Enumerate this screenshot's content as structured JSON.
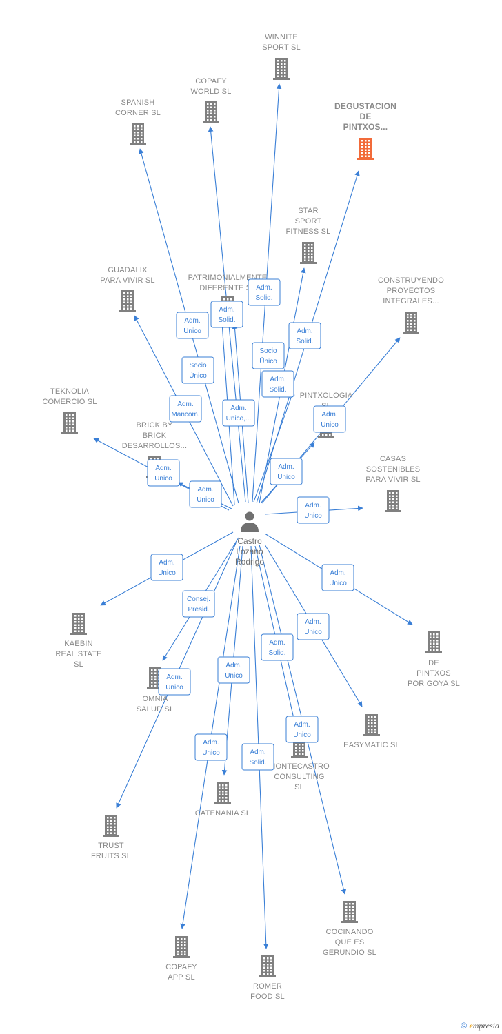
{
  "person": {
    "label_lines": [
      "Castro",
      "Lozano",
      "Rodrigo"
    ],
    "icon": "person-icon"
  },
  "colors": {
    "edge": "#3a7fd6",
    "building": "#808080",
    "building_highlight": "#f26b3a",
    "label": "#888888"
  },
  "companies": [
    {
      "id": "winnite",
      "label_lines": [
        "WINNITE",
        "SPORT  SL"
      ],
      "highlight": false
    },
    {
      "id": "copafy-world",
      "label_lines": [
        "COPAFY",
        "WORLD  SL"
      ],
      "highlight": false
    },
    {
      "id": "spanish-corner",
      "label_lines": [
        "SPANISH",
        "CORNER  SL"
      ],
      "highlight": false
    },
    {
      "id": "degustacion",
      "label_lines": [
        "DEGUSTACION",
        "DE",
        "PINTXOS..."
      ],
      "highlight": true
    },
    {
      "id": "star-sport",
      "label_lines": [
        "STAR",
        "SPORT",
        "FITNESS SL"
      ],
      "highlight": false
    },
    {
      "id": "guadalix",
      "label_lines": [
        "GUADALIX",
        "PARA VIVIR  SL"
      ],
      "highlight": false
    },
    {
      "id": "patrimonialmente",
      "label_lines": [
        "PATRIMONIALMENTE",
        "DIFERENTE  SL"
      ],
      "highlight": false
    },
    {
      "id": "construyendo",
      "label_lines": [
        "CONSTRUYENDO",
        "PROYECTOS",
        "INTEGRALES..."
      ],
      "highlight": false
    },
    {
      "id": "teknolia",
      "label_lines": [
        "TEKNOLIA",
        "COMERCIO SL"
      ],
      "highlight": false
    },
    {
      "id": "brick-by-brick",
      "label_lines": [
        "BRICK BY",
        "BRICK",
        "DESARROLLOS..."
      ],
      "highlight": false
    },
    {
      "id": "pintxologia",
      "label_lines": [
        "PINTXOLOGIA",
        "SL"
      ],
      "highlight": false
    },
    {
      "id": "casas-sostenibles",
      "label_lines": [
        "CASAS",
        "SOSTENIBLES",
        "PARA VIVIR  SL"
      ],
      "highlight": false
    },
    {
      "id": "kaebin",
      "label_lines": [
        "KAEBIN",
        "REAL STATE",
        "SL"
      ],
      "highlight": false
    },
    {
      "id": "de-pintxos",
      "label_lines": [
        "DE",
        "PINTXOS",
        "POR GOYA  SL"
      ],
      "highlight": false
    },
    {
      "id": "omnia",
      "label_lines": [
        "OMNIA",
        "SALUD SL"
      ],
      "highlight": false
    },
    {
      "id": "easymatic",
      "label_lines": [
        "EASYMATIC SL"
      ],
      "highlight": false
    },
    {
      "id": "montecastro",
      "label_lines": [
        "MONTECASTRO",
        "CONSULTING",
        "SL"
      ],
      "highlight": false
    },
    {
      "id": "catenania",
      "label_lines": [
        "CATENANIA  SL"
      ],
      "highlight": false
    },
    {
      "id": "trust-fruits",
      "label_lines": [
        "TRUST",
        "FRUITS  SL"
      ],
      "highlight": false
    },
    {
      "id": "cocinando",
      "label_lines": [
        "COCINANDO",
        "QUE ES",
        "GERUNDIO  SL"
      ],
      "highlight": false
    },
    {
      "id": "copafy-app",
      "label_lines": [
        "COPAFY",
        "APP  SL"
      ],
      "highlight": false
    },
    {
      "id": "romer-food",
      "label_lines": [
        "ROMER",
        "FOOD  SL"
      ],
      "highlight": false
    }
  ],
  "edges": [
    {
      "id": "e-winnite",
      "label_lines": [
        "Adm.",
        "Solid."
      ]
    },
    {
      "id": "e-copafy-world",
      "label_lines": [
        "Adm.",
        "Solid."
      ]
    },
    {
      "id": "e-spanish-corner",
      "label_lines": [
        "Adm.",
        "Unico"
      ]
    },
    {
      "id": "e-degustacion",
      "label_lines": [
        "Adm.",
        "Solid."
      ]
    },
    {
      "id": "e-star-sport",
      "label_lines": [
        "Adm.",
        "Solid."
      ]
    },
    {
      "id": "e-guadalix",
      "label_lines": [
        "Adm.",
        "Mancom."
      ]
    },
    {
      "id": "e-patrimonialmente-socio",
      "label_lines": [
        "Socio",
        "Único"
      ]
    },
    {
      "id": "e-patrimonialmente-adm",
      "label_lines": [
        "Adm.",
        "Unico,..."
      ]
    },
    {
      "id": "e-socio-unico-2",
      "label_lines": [
        "Socio",
        "Único"
      ]
    },
    {
      "id": "e-construyendo",
      "label_lines": [
        "Adm.",
        "Unico"
      ]
    },
    {
      "id": "e-teknolia",
      "label_lines": [
        "Adm.",
        "Unico"
      ]
    },
    {
      "id": "e-brick",
      "label_lines": [
        "Adm.",
        "Unico"
      ]
    },
    {
      "id": "e-pintxologia",
      "label_lines": [
        "Adm.",
        "Unico"
      ]
    },
    {
      "id": "e-casas",
      "label_lines": [
        "Adm.",
        "Unico"
      ]
    },
    {
      "id": "e-kaebin",
      "label_lines": [
        "Adm.",
        "Unico"
      ]
    },
    {
      "id": "e-de-pintxos",
      "label_lines": [
        "Adm.",
        "Unico"
      ]
    },
    {
      "id": "e-omnia",
      "label_lines": [
        "Consej.",
        "Presid."
      ]
    },
    {
      "id": "e-easymatic",
      "label_lines": [
        "Adm.",
        "Unico"
      ]
    },
    {
      "id": "e-montecastro-solid",
      "label_lines": [
        "Adm.",
        "Solid."
      ]
    },
    {
      "id": "e-catenania",
      "label_lines": [
        "Adm.",
        "Unico"
      ]
    },
    {
      "id": "e-trust",
      "label_lines": [
        "Adm.",
        "Unico"
      ]
    },
    {
      "id": "e-cocinando",
      "label_lines": [
        "Adm.",
        "Unico"
      ]
    },
    {
      "id": "e-copafy-app",
      "label_lines": [
        "Adm.",
        "Unico"
      ]
    },
    {
      "id": "e-romer",
      "label_lines": [
        "Adm.",
        "Solid."
      ]
    }
  ],
  "footer": {
    "copyright": "©",
    "brand_initial": "e",
    "brand_rest": "mpresia"
  }
}
